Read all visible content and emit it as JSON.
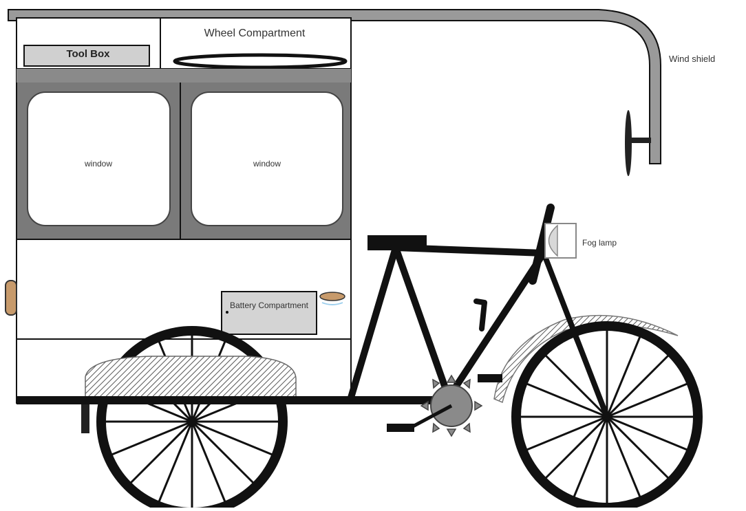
{
  "labels": {
    "tool_box": "Tool Box",
    "wheel_compartment": "Wheel Compartment",
    "window_left": "window",
    "window_right": "window",
    "battery_compartment": "Battery Compartment",
    "fog_lamp": "Fog lamp",
    "wind_shield": "Wind shield"
  },
  "colors": {
    "outline": "#111111",
    "frame_gray": "#7a7a7a",
    "light_gray": "#d4d4d4",
    "sprocket": "#8a8a8a",
    "handle": "#c79a6b"
  }
}
